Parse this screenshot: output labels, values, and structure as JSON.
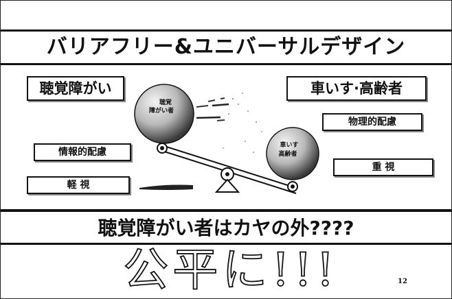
{
  "slide": {
    "title": "バリアフリー&ユニバーサルデザイン",
    "left_top_label": "聴覚障がい",
    "right_top_label": "車いす·高齢者",
    "left_mid_label": "情報的配慮",
    "left_bottom_label": "軽 視",
    "right_mid_label": "物理的配慮",
    "right_bottom_label": "重 視",
    "ball_left_label_1": "聴覚",
    "ball_left_label_2": "障がい者",
    "ball_right_label_1": "車いす",
    "ball_right_label_2": "高齢者",
    "headline": "聴覚障がい者はカヤの外????",
    "closing": "公平に!!!",
    "page_number": "12"
  }
}
